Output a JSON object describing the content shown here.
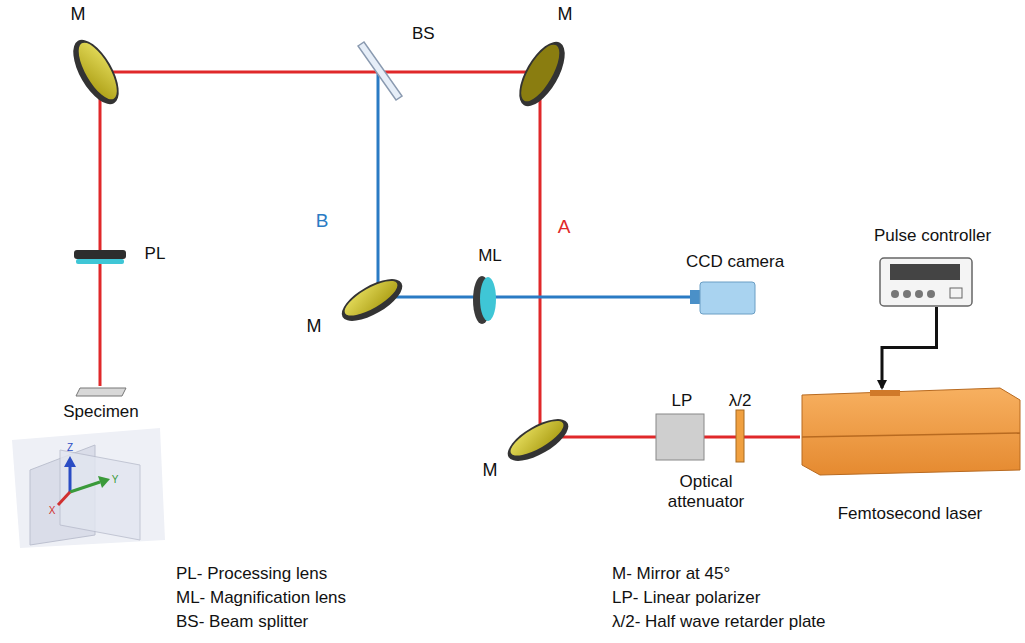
{
  "diagram": {
    "nodes": [
      {
        "text": [
          "Pulse controller"
        ]
      },
      {
        "text": [
          "Femtosecond laser"
        ]
      }
    ],
    "edges": [
      {
        "from": 0,
        "to": 1,
        "arrow": "to"
      }
    ],
    "labels": [
      "M",
      "M",
      "BS",
      "B",
      "A",
      "PL",
      "ML",
      "M",
      "CCD camera",
      "LP",
      "λ/2",
      "Specimen",
      "M",
      "Optical attenuator",
      "Z",
      "Y",
      "X",
      "PL- Processing lens",
      "ML- Magnification lens",
      "BS- Beam splitter",
      "M- Mirror at 45°",
      "LP- Linear polarizer",
      "λ/2- Half wave retarder plate"
    ]
  }
}
